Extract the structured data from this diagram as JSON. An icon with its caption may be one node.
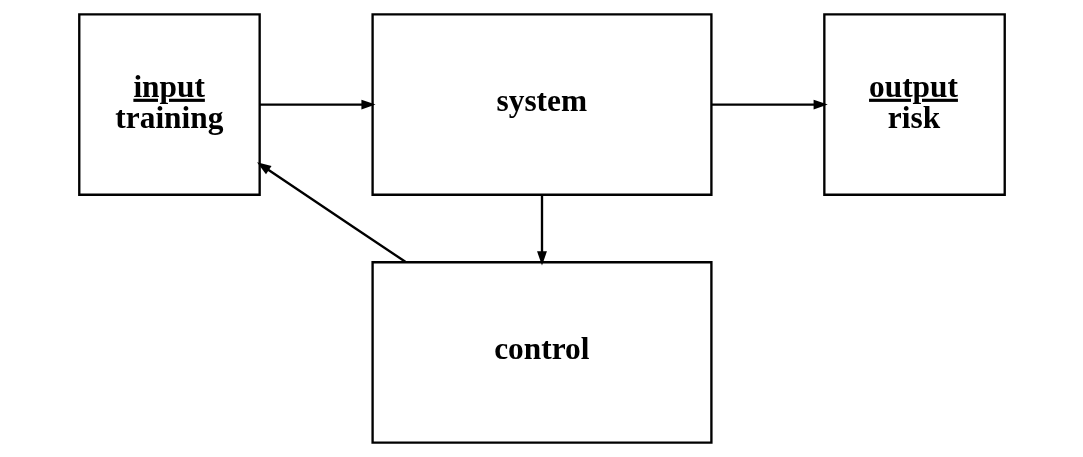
{
  "diagram": {
    "nodes": [
      {
        "text": [
          "input",
          "training"
        ]
      },
      {
        "text": [
          "system"
        ]
      },
      {
        "text": [
          "output",
          "risk"
        ]
      },
      {
        "text": [
          "control"
        ]
      }
    ],
    "edges": [
      {
        "from": 0,
        "to": 1,
        "arrow": "to"
      },
      {
        "from": 1,
        "to": 2,
        "arrow": "to"
      },
      {
        "from": 1,
        "to": 3,
        "arrow": "to"
      },
      {
        "from": 3,
        "to": 0,
        "arrow": "to"
      }
    ]
  }
}
